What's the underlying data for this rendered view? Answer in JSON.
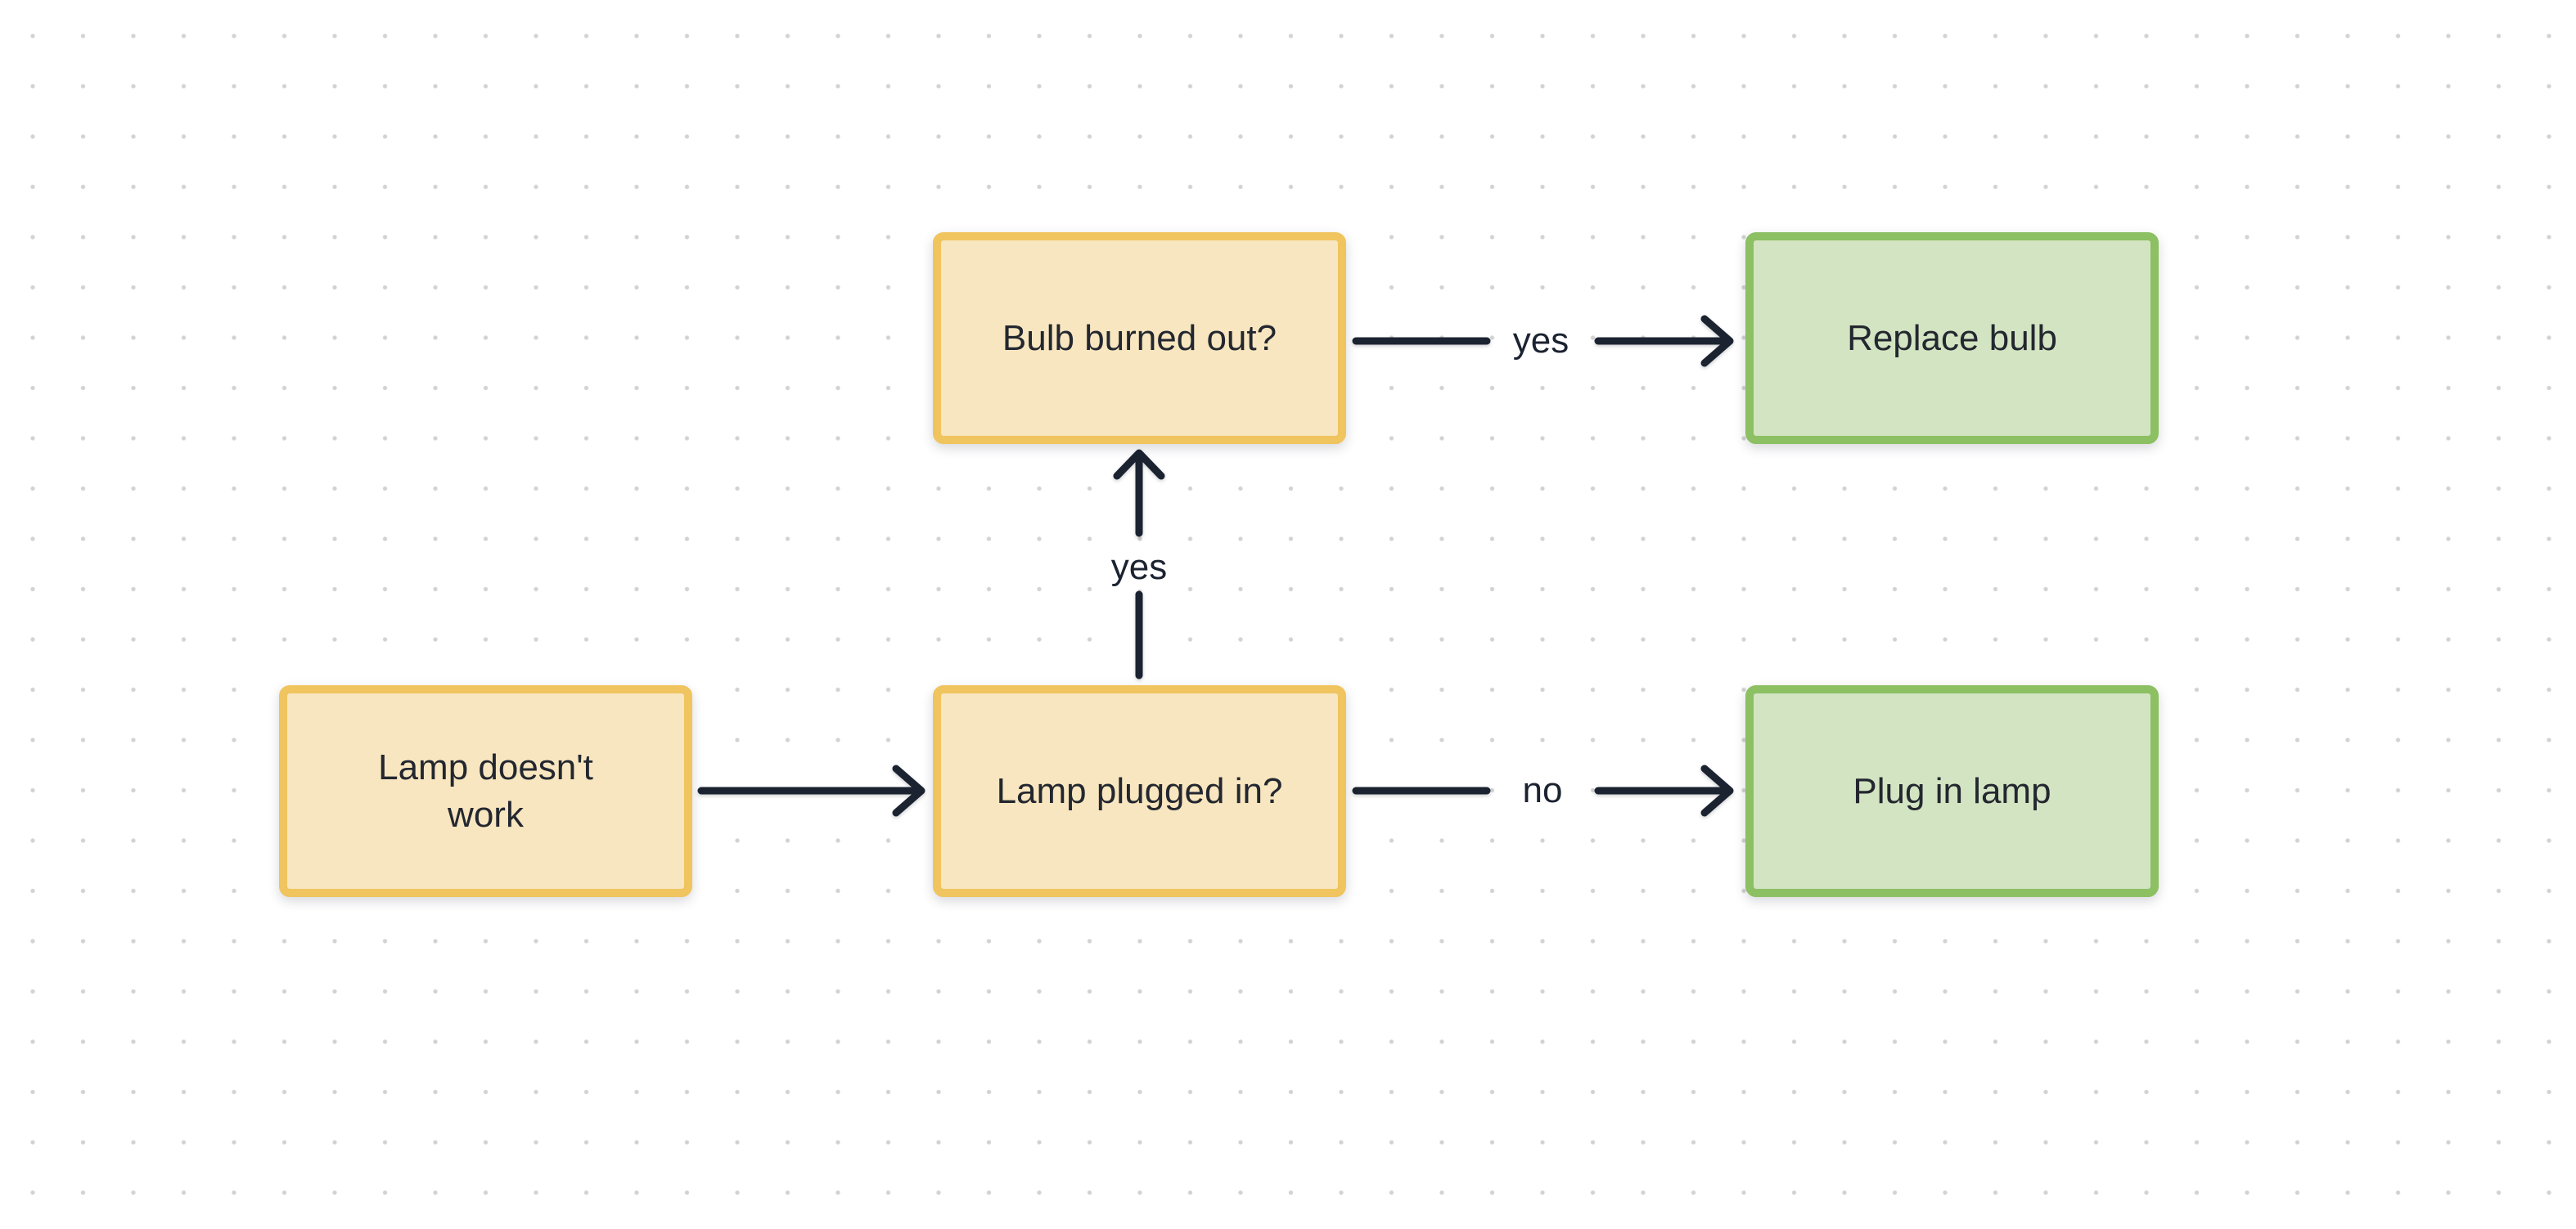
{
  "canvas": {
    "kind": "flowchart-diagram",
    "background": "#ffffff"
  },
  "colors": {
    "canvas_background": "#ffffff",
    "grid_dot": "#d2d2d2",
    "connector_ink": "#1b2331",
    "node_text": "#23272f",
    "question_fill": "#f8e6c0",
    "question_border": "#f0c45e",
    "action_fill": "#d3e4c2",
    "action_border": "#8cc063"
  },
  "diagram": {
    "nodes": [
      {
        "id": "lamp-doesnt-work",
        "label": "Lamp doesn't work",
        "kind": "start",
        "fill": "#f8e6c0",
        "border": "#f0c45e"
      },
      {
        "id": "lamp-plugged-in",
        "label": "Lamp plugged in?",
        "kind": "question",
        "fill": "#f8e6c0",
        "border": "#f0c45e"
      },
      {
        "id": "bulb-burned-out",
        "label": "Bulb burned out?",
        "kind": "question",
        "fill": "#f8e6c0",
        "border": "#f0c45e"
      },
      {
        "id": "replace-bulb",
        "label": "Replace bulb",
        "kind": "action",
        "fill": "#d3e4c2",
        "border": "#8cc063"
      },
      {
        "id": "plug-in-lamp",
        "label": "Plug in lamp",
        "kind": "action",
        "fill": "#d3e4c2",
        "border": "#8cc063"
      }
    ],
    "edges": [
      {
        "from": "lamp-doesnt-work",
        "to": "lamp-plugged-in",
        "label": ""
      },
      {
        "from": "lamp-plugged-in",
        "to": "bulb-burned-out",
        "label": "yes"
      },
      {
        "from": "bulb-burned-out",
        "to": "replace-bulb",
        "label": "yes"
      },
      {
        "from": "lamp-plugged-in",
        "to": "plug-in-lamp",
        "label": "no"
      }
    ]
  }
}
